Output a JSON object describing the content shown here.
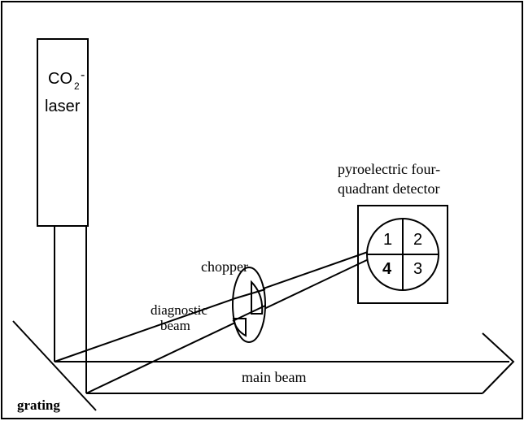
{
  "laser": {
    "label_co2": "CO",
    "label_sub": "2",
    "label_dash": "-",
    "label_laser": "laser"
  },
  "detector": {
    "title_line1": "pyroelectric four-",
    "title_line2": "quadrant detector",
    "quadrants": [
      "1",
      "2",
      "3",
      "4"
    ]
  },
  "chopper": {
    "label": "chopper"
  },
  "diagnostic": {
    "label_line1": "diagnostic",
    "label_line2": "beam"
  },
  "main_beam": {
    "label": "main beam"
  },
  "grating": {
    "label": "grating"
  }
}
